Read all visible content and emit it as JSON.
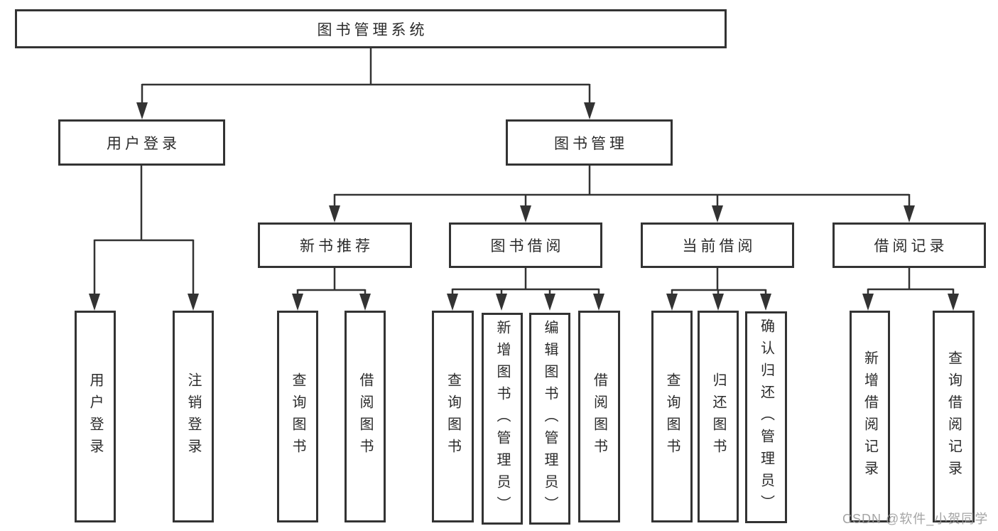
{
  "diagram": {
    "title": "图书管理系统",
    "colors": {
      "line": "#333333",
      "box_border": "#333333",
      "text": "#2b2b2b",
      "background": "#ffffff",
      "watermark": "#9b9b9b"
    },
    "nodes": {
      "root": {
        "label": "图书管理系统"
      },
      "user_login": {
        "label": "用户登录"
      },
      "book_mgmt": {
        "label": "图书管理"
      },
      "new_book_rec": {
        "label": "新书推荐"
      },
      "book_borrow": {
        "label": "图书借阅"
      },
      "current_borrow": {
        "label": "当前借阅"
      },
      "borrow_records": {
        "label": "借阅记录"
      },
      "leaf_user_login": {
        "label": "用户登录"
      },
      "leaf_logout": {
        "label": "注销登录"
      },
      "leaf_newrec_query": {
        "label": "查询图书"
      },
      "leaf_newrec_borrow": {
        "label": "借阅图书"
      },
      "leaf_borrow_query": {
        "label": "查询图书"
      },
      "leaf_borrow_add": {
        "label": "新增图书（管理员）"
      },
      "leaf_borrow_edit": {
        "label": "编辑图书（管理员）"
      },
      "leaf_borrow_borrow": {
        "label": "借阅图书"
      },
      "leaf_current_query": {
        "label": "查询图书"
      },
      "leaf_current_return": {
        "label": "归还图书"
      },
      "leaf_current_confirm": {
        "label": "确认归还（管理员）"
      },
      "leaf_record_add": {
        "label": "新增借阅记录"
      },
      "leaf_record_query": {
        "label": "查询借阅记录"
      }
    },
    "hierarchy": {
      "root": [
        "user_login",
        "book_mgmt"
      ],
      "user_login": [
        "leaf_user_login",
        "leaf_logout"
      ],
      "book_mgmt": [
        "new_book_rec",
        "book_borrow",
        "current_borrow",
        "borrow_records"
      ],
      "new_book_rec": [
        "leaf_newrec_query",
        "leaf_newrec_borrow"
      ],
      "book_borrow": [
        "leaf_borrow_query",
        "leaf_borrow_add",
        "leaf_borrow_edit",
        "leaf_borrow_borrow"
      ],
      "current_borrow": [
        "leaf_current_query",
        "leaf_current_return",
        "leaf_current_confirm"
      ],
      "borrow_records": [
        "leaf_record_add",
        "leaf_record_query"
      ]
    },
    "watermark": "CSDN @软件_小贺同学"
  }
}
